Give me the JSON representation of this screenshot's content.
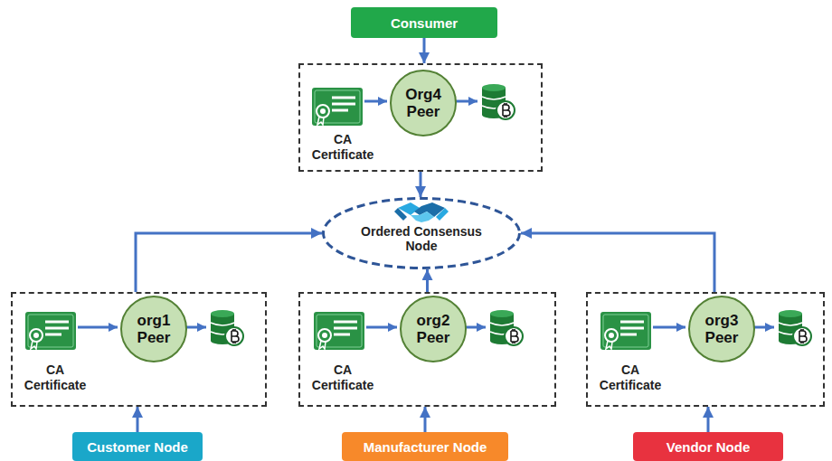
{
  "diagram": {
    "nodes": [
      {
        "text": [
          "Consumer"
        ]
      },
      {
        "text": [
          "CA Certificate"
        ]
      },
      {
        "text": [
          "Org4 Peer"
        ],
        "in": 1
      },
      {
        "text": [
          "Ordered Consensus Node"
        ]
      },
      {
        "text": [
          "CA Certificate"
        ]
      },
      {
        "text": [
          "org1 Peer"
        ],
        "in": 4
      },
      {
        "text": [
          "CA Certificate"
        ]
      },
      {
        "text": [
          "org2 Peer"
        ],
        "in": 6
      },
      {
        "text": [
          "CA Certificate"
        ]
      },
      {
        "text": [
          "org3 Peer"
        ],
        "in": 8
      },
      {
        "text": [
          "Customer Node"
        ]
      },
      {
        "text": [
          "Manufacturer Node"
        ]
      },
      {
        "text": [
          "Vendor Node"
        ]
      }
    ],
    "edges": [
      {
        "from": 0,
        "to": 1,
        "arrow": "to"
      },
      {
        "from": 1,
        "to": 3,
        "arrow": "to"
      },
      {
        "from": 4,
        "to": 3,
        "arrow": "to"
      },
      {
        "from": 6,
        "to": 3,
        "arrow": "to"
      },
      {
        "from": 8,
        "to": 3,
        "arrow": "to"
      },
      {
        "from": 10,
        "to": 4,
        "arrow": "to"
      },
      {
        "from": 11,
        "to": 6,
        "arrow": "to"
      },
      {
        "from": 12,
        "to": 8,
        "arrow": "to"
      }
    ]
  }
}
